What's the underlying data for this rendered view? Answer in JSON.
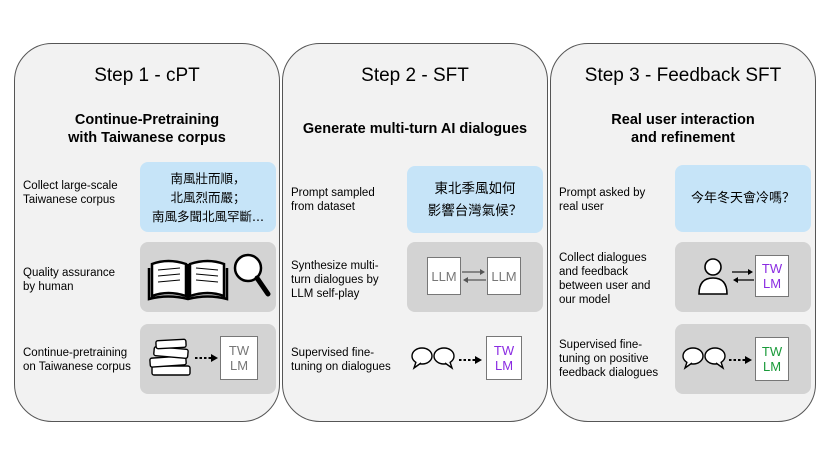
{
  "steps": [
    {
      "title": "Step 1 - cPT",
      "subtitle_line1": "Continue-Pretraining",
      "subtitle_line2": "with Taiwanese corpus",
      "rows": [
        {
          "label_lines": [
            "Collect large-scale",
            "Taiwanese corpus"
          ],
          "text_lines": [
            "南風壯而順，",
            "北風烈而嚴；",
            "南風多聞北風罕斷..."
          ]
        },
        {
          "label_lines": [
            "Quality assurance",
            "by human"
          ]
        },
        {
          "label_lines": [
            "Continue-pretraining",
            "on Taiwanese corpus"
          ],
          "model_lines": [
            "TW",
            "LM"
          ]
        }
      ]
    },
    {
      "title": "Step 2 - SFT",
      "subtitle_line1": "Generate multi-turn AI dialogues",
      "rows": [
        {
          "label_lines": [
            "Prompt sampled",
            "from dataset"
          ],
          "text_lines": [
            "東北季風如何",
            "影響台灣氣候？"
          ]
        },
        {
          "label_lines": [
            "Synthesize multi-",
            "turn dialogues by",
            "LLM self-play"
          ],
          "llm_left": "LLM",
          "llm_right": "LLM"
        },
        {
          "label_lines": [
            "Supervised fine-",
            "tuning on dialogues"
          ],
          "model_lines": [
            "TW",
            "LM"
          ]
        }
      ]
    },
    {
      "title": "Step 3 - Feedback SFT",
      "subtitle_line1": "Real user interaction",
      "subtitle_line2": "and refinement",
      "rows": [
        {
          "label_lines": [
            "Prompt asked by",
            "real user"
          ],
          "text_lines": [
            "今年冬天會冷嗎？"
          ]
        },
        {
          "label_lines": [
            "Collect dialogues",
            "and feedback",
            "between user and",
            "our model"
          ],
          "model_lines": [
            "TW",
            "LM"
          ]
        },
        {
          "label_lines": [
            "Supervised fine-",
            "tuning on positive",
            "feedback dialogues"
          ],
          "model_lines": [
            "TW",
            "LM"
          ]
        }
      ]
    }
  ],
  "colors": {
    "panel_bg": "#f2f2f2",
    "text_box_blue": "#c6e4f8",
    "icon_box_gray": "#d3d3d3",
    "model_purple": "#8a2be2",
    "model_green": "#1a9a3a"
  }
}
